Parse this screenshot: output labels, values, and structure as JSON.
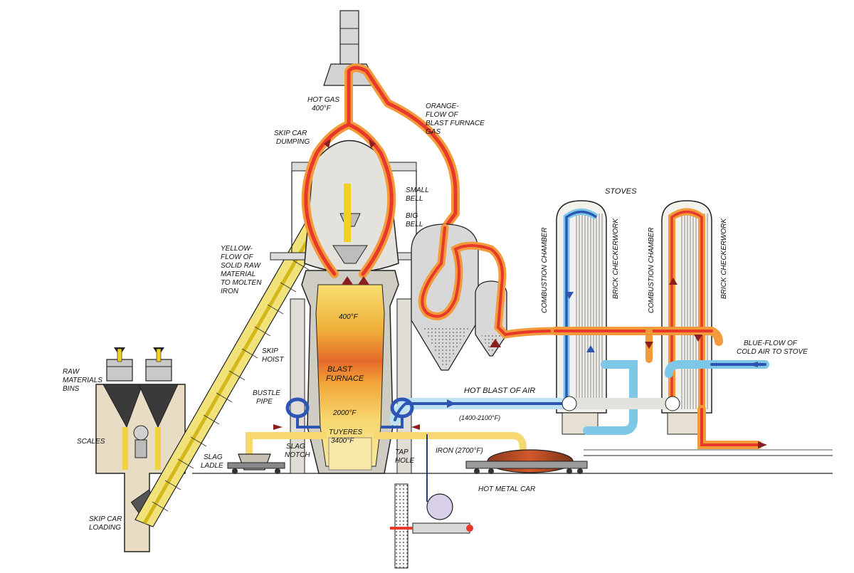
{
  "colors": {
    "background": "#ffffff",
    "structure_fill": "#e4e2dc",
    "outline": "#222222",
    "hot_gas": "#e8382a",
    "gas_outer": "#f39a3a",
    "raw_material": "#f2d020",
    "cold_air": "#2d55b3",
    "light_air": "#7fc7e6",
    "molten_iron": "#c8431d",
    "furnace_top": "#f4d35a",
    "furnace_mid": "#f0a032",
    "furnace_bottom": "#f7e27a"
  },
  "icons": {
    "bins_arrow": "down-arrow",
    "flow_arrow": "triangle-arrow",
    "blower": "blower-fan"
  },
  "labels": {
    "hot_gas": [
      "HOT GAS",
      "400°F"
    ],
    "orange_flow": [
      "ORANGE-",
      "FLOW OF",
      "BLAST FURNACE",
      "GAS"
    ],
    "skip_car_dumping": [
      "SKIP CAR",
      "DUMPING"
    ],
    "small_bell": [
      "SMALL",
      "BELL"
    ],
    "big_bell": [
      "BIG",
      "BELL"
    ],
    "stoves": "STOVES",
    "combustion_chamber": "COMBUSTION CHAMBER",
    "brick_checkerwork": "BRICK CHECKERWORK",
    "yellow_flow": [
      "YELLOW-",
      "FLOW OF",
      "SOLID RAW",
      "MATERIAL",
      "TO MOLTEN",
      "IRON"
    ],
    "temp_top": "400°F",
    "skip_hoist": [
      "SKIP",
      "HOIST"
    ],
    "blast_furnace": [
      "BLAST",
      "FURNACE"
    ],
    "raw_materials_bins": [
      "RAW",
      "MATERIALS",
      "BINS"
    ],
    "bustle_pipe": [
      "BUSTLE",
      "PIPE"
    ],
    "hot_blast": "HOT BLAST OF AIR",
    "hot_blast_temp": "(1400-2100°F)",
    "blue_flow": [
      "BLUE-FLOW OF",
      "COLD AIR TO STOVE"
    ],
    "temp_mid": "2000°F",
    "scales": "SCALES",
    "tuyeres": [
      "TUYERES",
      "3400°F"
    ],
    "slag_ladle": [
      "SLAG",
      "LADLE"
    ],
    "slag_notch": [
      "SLAG",
      "NOTCH"
    ],
    "tap_hole": [
      "TAP",
      "HOLE"
    ],
    "iron": "IRON (2700°F)",
    "hot_metal_car": "HOT METAL CAR",
    "skip_car_loading": [
      "SKIP CAR",
      "LOADING"
    ]
  }
}
